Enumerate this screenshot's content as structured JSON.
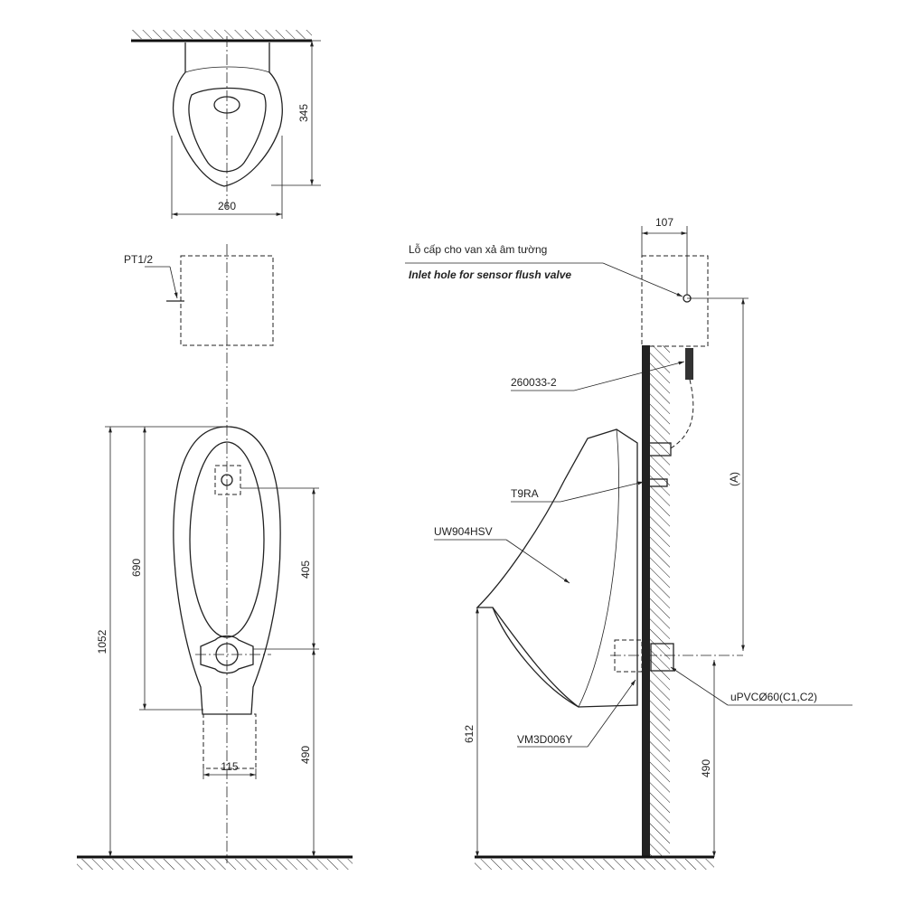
{
  "top_view": {
    "dim_depth": "345",
    "dim_width": "260"
  },
  "front_view": {
    "inlet_label": "PT1/2",
    "dim_total_height": "1052",
    "dim_bowl_height": "690",
    "dim_sensor_to_outlet": "405",
    "dim_outlet_height": "490",
    "dim_outlet_width": "115"
  },
  "side_view": {
    "dim_inlet_offset": "107",
    "inlet_label_vi": "Lỗ cấp cho van xả âm tường",
    "inlet_label_en": "Inlet hole for sensor flush valve",
    "part_pipe": "260033-2",
    "part_sensor": "T9RA",
    "part_urinal": "UW904HSV",
    "part_trap": "VM3D006Y",
    "part_drain": "uPVCØ60(C1,C2)",
    "dim_a": "(A)",
    "dim_rim_height": "612",
    "dim_drain_height": "490"
  }
}
